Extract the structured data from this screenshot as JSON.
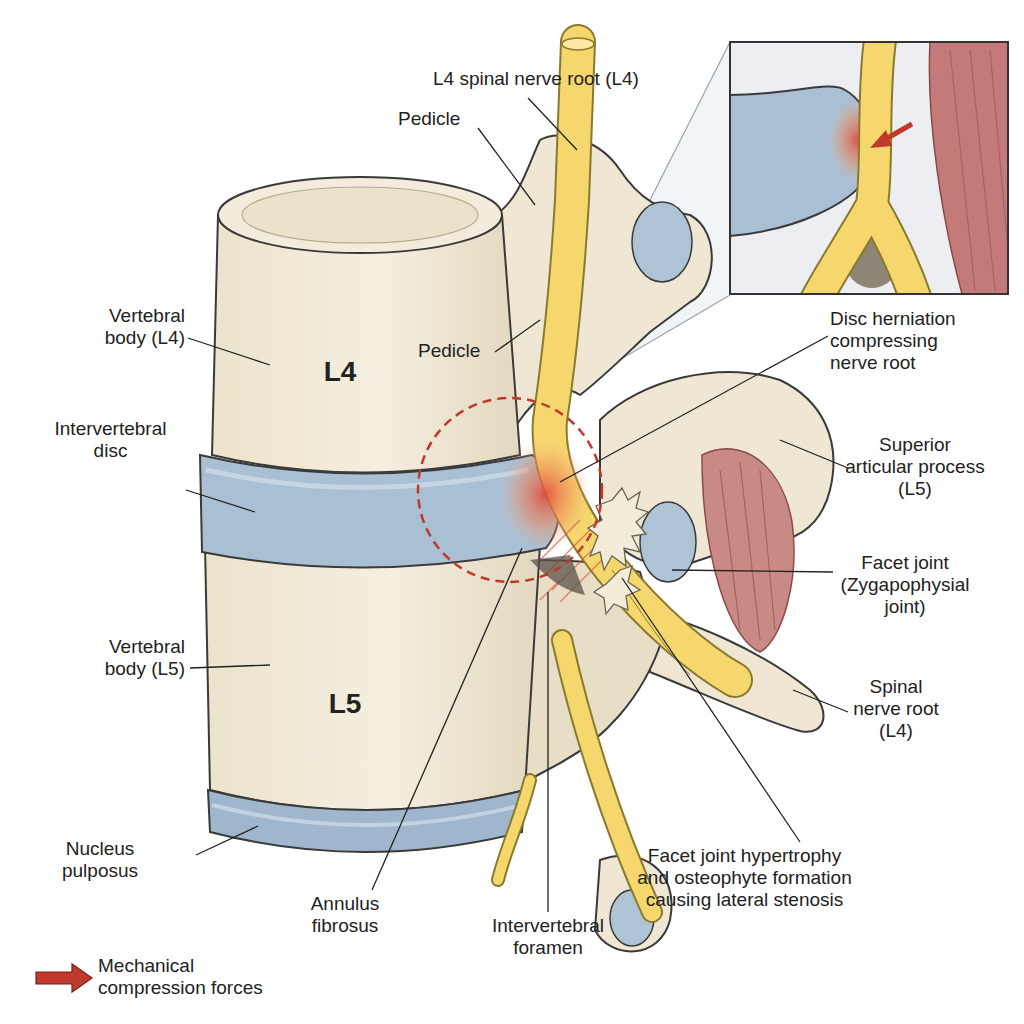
{
  "diagram": {
    "labels": [
      "L4 spinal nerve root (L4)",
      "Pedicle",
      "Vertebral body (L4)",
      "L4",
      "Pedicle",
      "Disc herniation compressing nerve root",
      "Intervertebral disc",
      "Superior articular process (L5)",
      "Facet joint (Zygapophysial joint)",
      "Vertebral body (L5)",
      "L5",
      "Spinal nerve root (L4)",
      "Nucleus pulposus",
      "Annulus fibrosus",
      "Intervertebral foramen",
      "Facet joint hypertrophy and osteophyte formation causing lateral stenosis"
    ],
    "legend": [
      {
        "text": "Mechanical compression forces"
      }
    ]
  }
}
